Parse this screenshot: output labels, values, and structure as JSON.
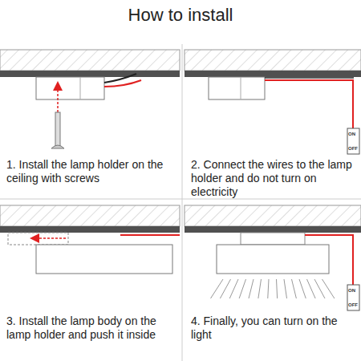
{
  "diagram": {
    "title": "How to install",
    "labels": [
      "1. Install the lamp holder on the ceiling with screws",
      "2. Connect the wires to the lamp holder and do not turn on electricity",
      "ON",
      "OFF",
      "3. Install the lamp body on the lamp holder and push it inside",
      "4. Finally, you can turn on the light",
      "ON",
      "OFF"
    ]
  }
}
